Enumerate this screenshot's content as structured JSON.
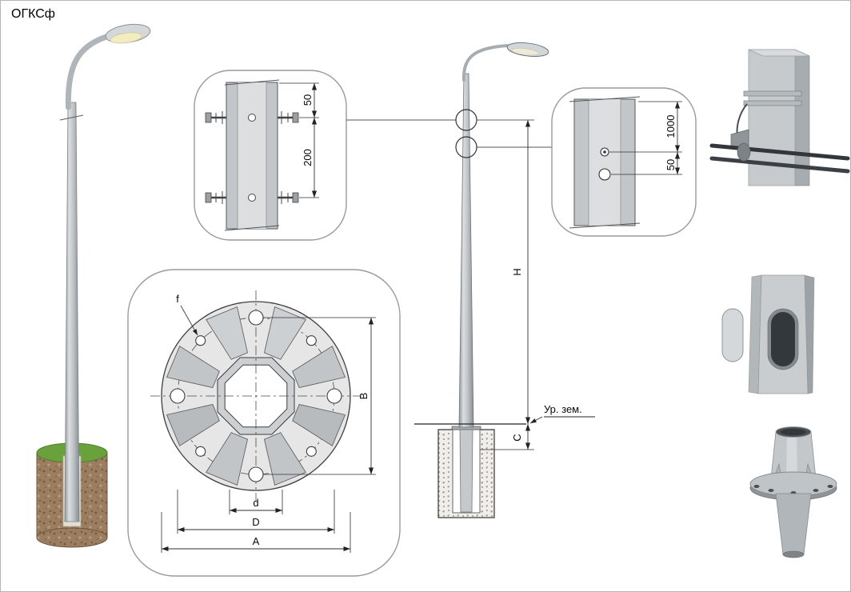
{
  "title": "ОГКСф",
  "colors": {
    "line": "#2f2f2f",
    "steel_light": "#dcdfe1",
    "steel_mid": "#b3b8bc",
    "steel_dark": "#878d92",
    "soil_brown": "#9b7e60",
    "grass_green": "#69a23c",
    "paper": "#ffffff"
  },
  "detail_top_joint": {
    "dim_top_offset": "50",
    "dim_bolt_spacing": "200"
  },
  "detail_pole_hole": {
    "dim_height": "1000",
    "dim_offset": "50"
  },
  "detail_flange": {
    "hole_label": "f",
    "dim_vertical": "B",
    "dim_inner": "d",
    "dim_bolt_circle": "D",
    "dim_outer": "A"
  },
  "elevation": {
    "dim_height": "H",
    "dim_embed": "C",
    "ground_level_label": "Ур. зем."
  }
}
